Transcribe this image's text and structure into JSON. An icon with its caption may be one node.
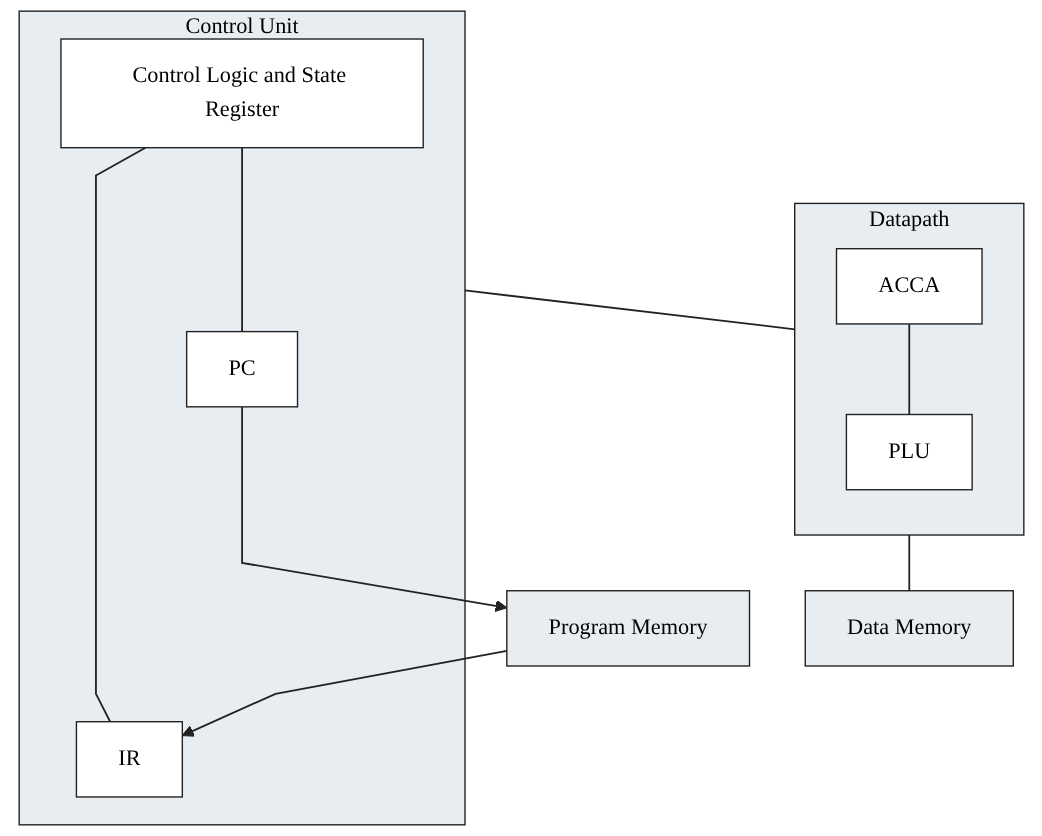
{
  "diagram": {
    "nodes": [
      {
        "text": [
          "Control Unit"
        ]
      },
      {
        "text": [
          "Control Logic and State Register"
        ],
        "in": 0
      },
      {
        "text": [
          "IR"
        ],
        "in": 0
      },
      {
        "text": [
          "PC"
        ],
        "in": 0
      },
      {
        "text": [
          "Datapath"
        ]
      },
      {
        "text": [
          "ACCA"
        ],
        "in": 4
      },
      {
        "text": [
          "PLU"
        ],
        "in": 4
      },
      {
        "text": [
          "Program Memory"
        ]
      },
      {
        "text": [
          "Data Memory"
        ]
      }
    ],
    "edges": [
      {
        "from": 1,
        "to": 2,
        "arrow": "none"
      },
      {
        "from": 1,
        "to": 3,
        "arrow": "none"
      },
      {
        "from": 0,
        "to": 4,
        "arrow": "none"
      },
      {
        "from": 5,
        "to": 6,
        "arrow": "none"
      },
      {
        "from": 7,
        "to": 2,
        "arrow": "to"
      },
      {
        "from": 3,
        "to": 7,
        "arrow": "to"
      },
      {
        "from": 4,
        "to": 8,
        "arrow": "none"
      }
    ]
  }
}
